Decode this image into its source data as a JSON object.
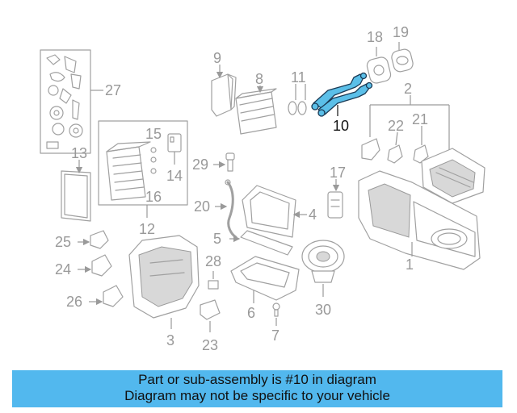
{
  "diagram": {
    "highlighted_part": "10",
    "callouts": {
      "c1": "1",
      "c2": "2",
      "c3": "3",
      "c4": "4",
      "c5": "5",
      "c6": "6",
      "c7": "7",
      "c8": "8",
      "c9": "9",
      "c10": "10",
      "c11": "11",
      "c12": "12",
      "c13": "13",
      "c14": "14",
      "c15": "15",
      "c16": "16",
      "c17": "17",
      "c18": "18",
      "c19": "19",
      "c20": "20",
      "c21": "21",
      "c22": "22",
      "c23": "23",
      "c24": "24",
      "c25": "25",
      "c26": "26",
      "c27": "27",
      "c28": "28",
      "c29": "29",
      "c30": "30"
    }
  },
  "banner": {
    "line1": "Part or sub-assembly is #10 in diagram",
    "line2": "Diagram may not be specific to your vehicle"
  },
  "colors": {
    "banner_bg": "#52b8ee",
    "highlight": "#5bbfe8",
    "line_art": "#a0a0a0"
  }
}
